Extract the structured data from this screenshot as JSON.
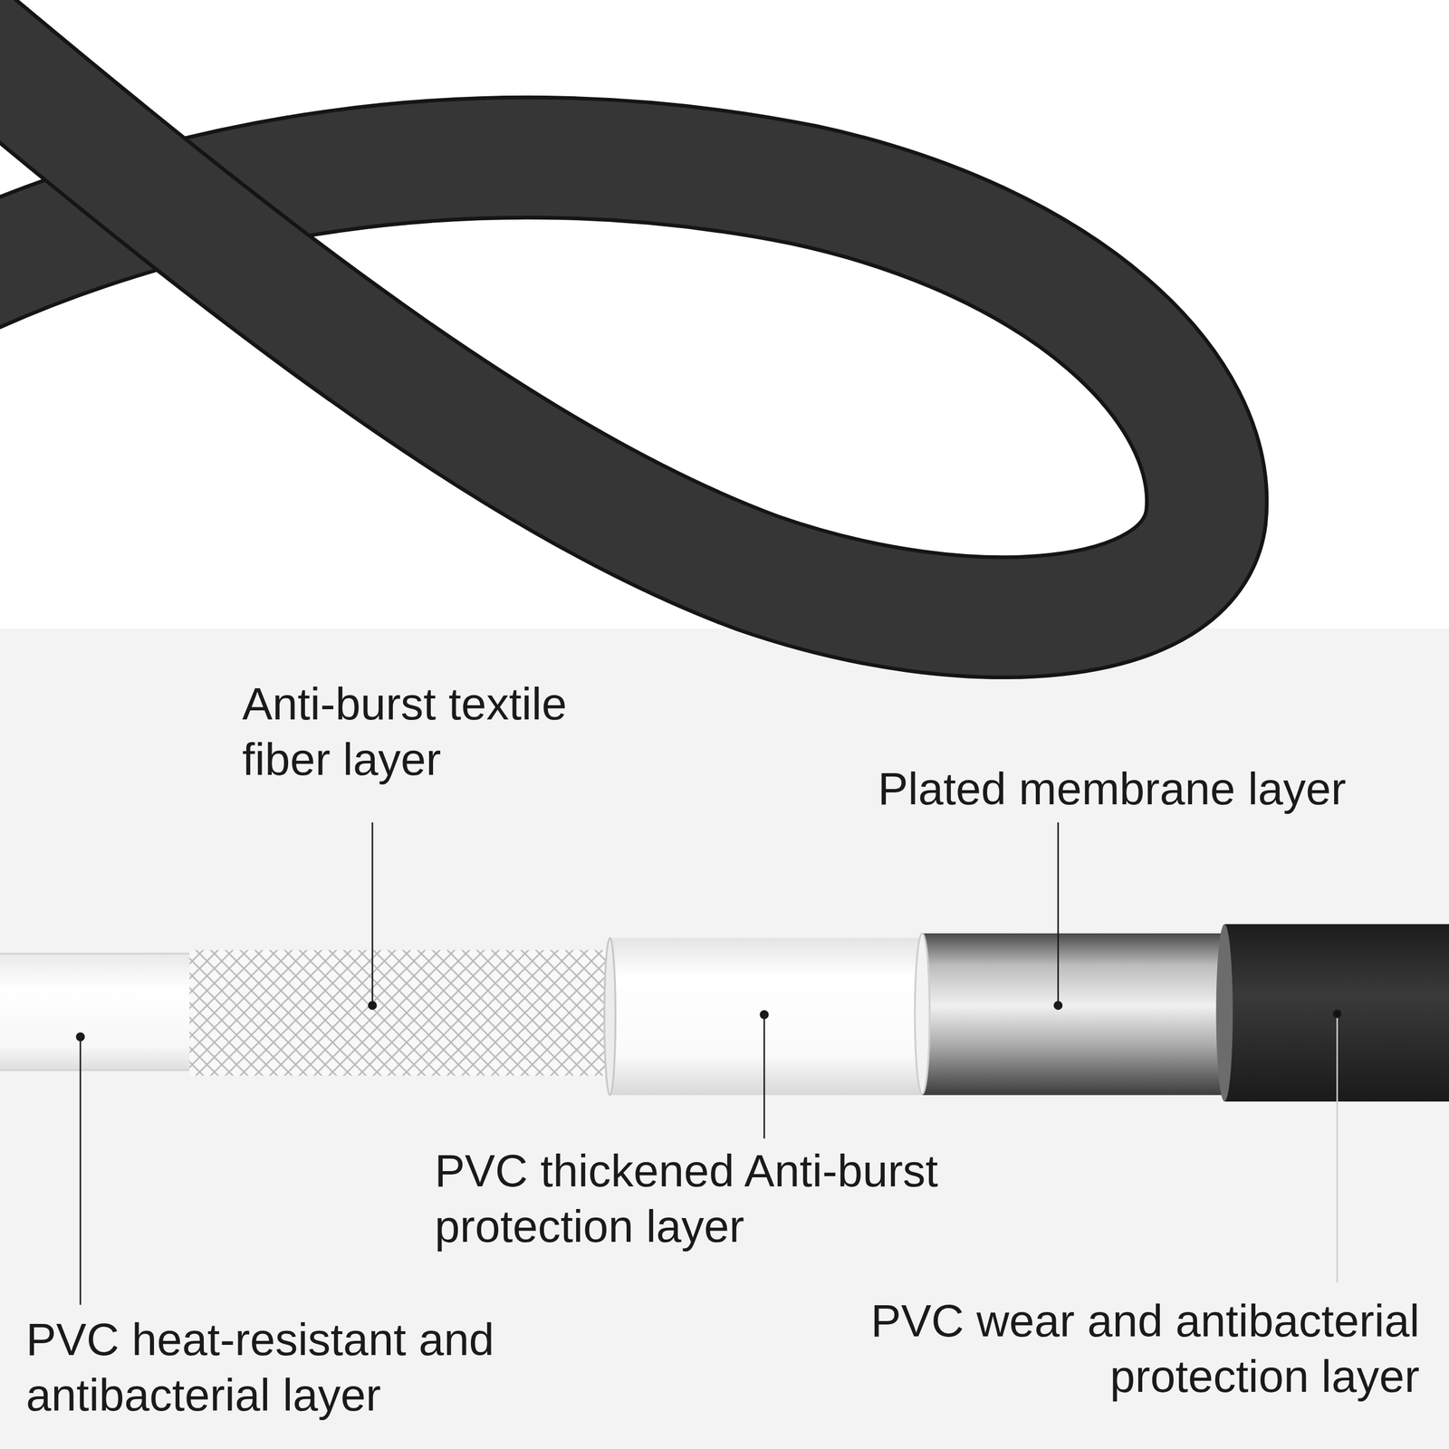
{
  "diagram": {
    "labels": [
      "Anti-burst textile fiber layer",
      "Plated membrane layer",
      "PVC thickened Anti-burst protection layer",
      "PVC heat-resistant and antibacterial layer",
      "PVC wear and antibacterial protection layer"
    ]
  }
}
